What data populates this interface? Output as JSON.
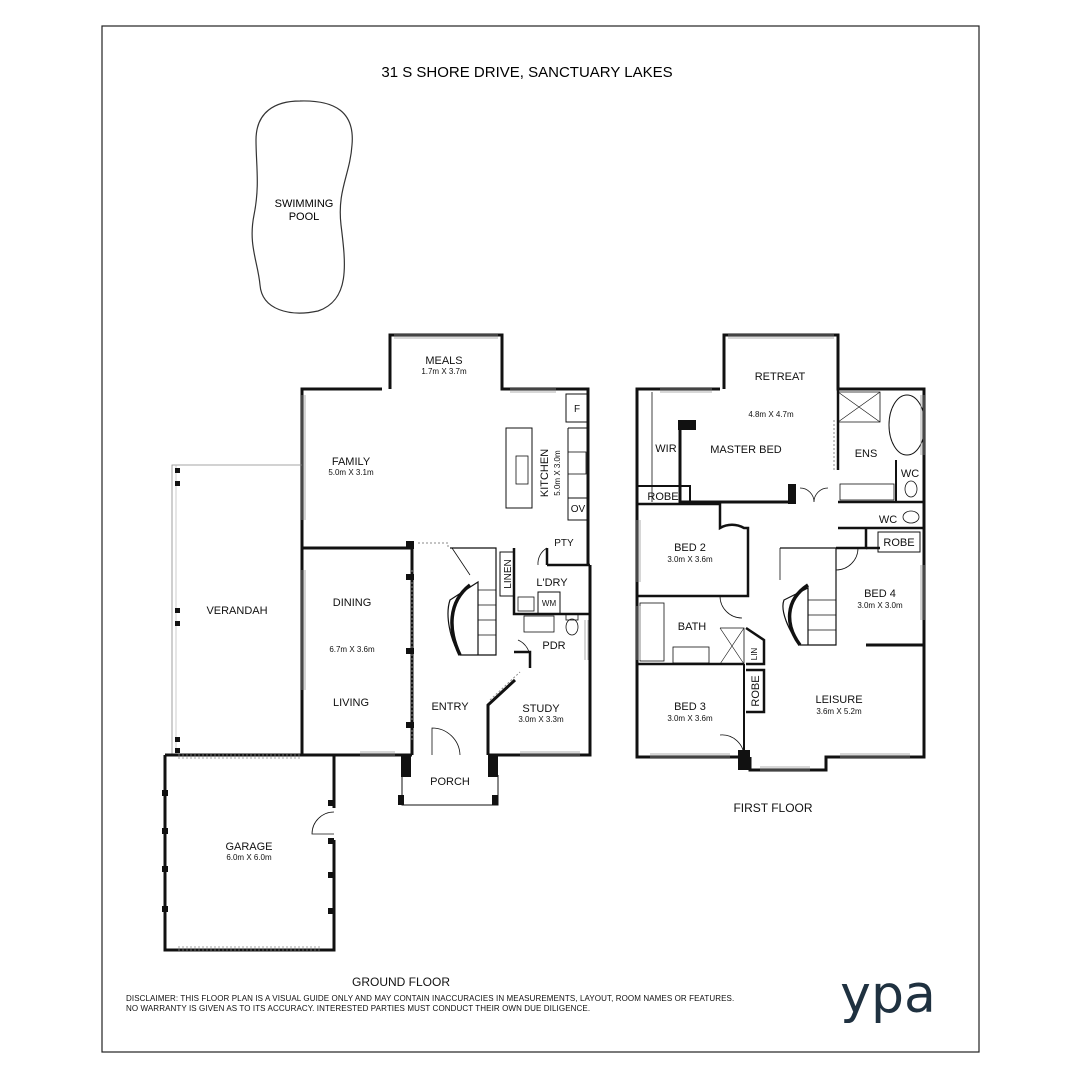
{
  "title": "31 S SHORE DRIVE, SANCTUARY LAKES",
  "brand": {
    "logo": "ypa",
    "color": "#1f3140"
  },
  "floors": {
    "ground": "GROUND FLOOR",
    "first": "FIRST FLOOR"
  },
  "rooms": {
    "pool": {
      "line1": "SWIMMING",
      "line2": "POOL"
    },
    "meals": {
      "name": "MEALS",
      "dims": "1.7m X 3.7m"
    },
    "family": {
      "name": "FAMILY",
      "dims": "5.0m X 3.1m"
    },
    "kitchen": {
      "name": "KITCHEN",
      "dims": "5.0m X 3.0m"
    },
    "fridge": "F",
    "oven": "OV",
    "pantry": "PTY",
    "verandah": "VERANDAH",
    "dining": {
      "name": "DINING",
      "dims": "6.7m X 3.6m"
    },
    "living": "LIVING",
    "linen": "LINEN",
    "laundry": "L'DRY",
    "wm": "WM",
    "powder": "PDR",
    "entry": "ENTRY",
    "study": {
      "name": "STUDY",
      "dims": "3.0m X 3.3m"
    },
    "porch": "PORCH",
    "garage": {
      "name": "GARAGE",
      "dims": "6.0m X 6.0m"
    },
    "retreat": {
      "name": "RETREAT",
      "dims": "4.8m X 4.7m"
    },
    "wir": "WIR",
    "master": "MASTER BED",
    "ensuite": "ENS",
    "wc1": "WC",
    "wc2": "WC",
    "robe1": "ROBE",
    "robe2": "ROBE",
    "robe3": "ROBE",
    "bed2": {
      "name": "BED 2",
      "dims": "3.0m X 3.6m"
    },
    "bed3": {
      "name": "BED 3",
      "dims": "3.0m X 3.6m"
    },
    "bed4": {
      "name": "BED 4",
      "dims": "3.0m X 3.0m"
    },
    "bath": "BATH",
    "lin": "LIN",
    "leisure": {
      "name": "LEISURE",
      "dims": "3.6m X 5.2m"
    }
  },
  "disclaimer": {
    "line1": "DISCLAIMER: THIS FLOOR PLAN IS A VISUAL GUIDE ONLY AND MAY CONTAIN INACCURACIES IN MEASUREMENTS, LAYOUT, ROOM NAMES OR FEATURES.",
    "line2": "NO WARRANTY IS GIVEN AS TO ITS ACCURACY. INTERESTED PARTIES MUST CONDUCT THEIR OWN DUE DILIGENCE."
  }
}
